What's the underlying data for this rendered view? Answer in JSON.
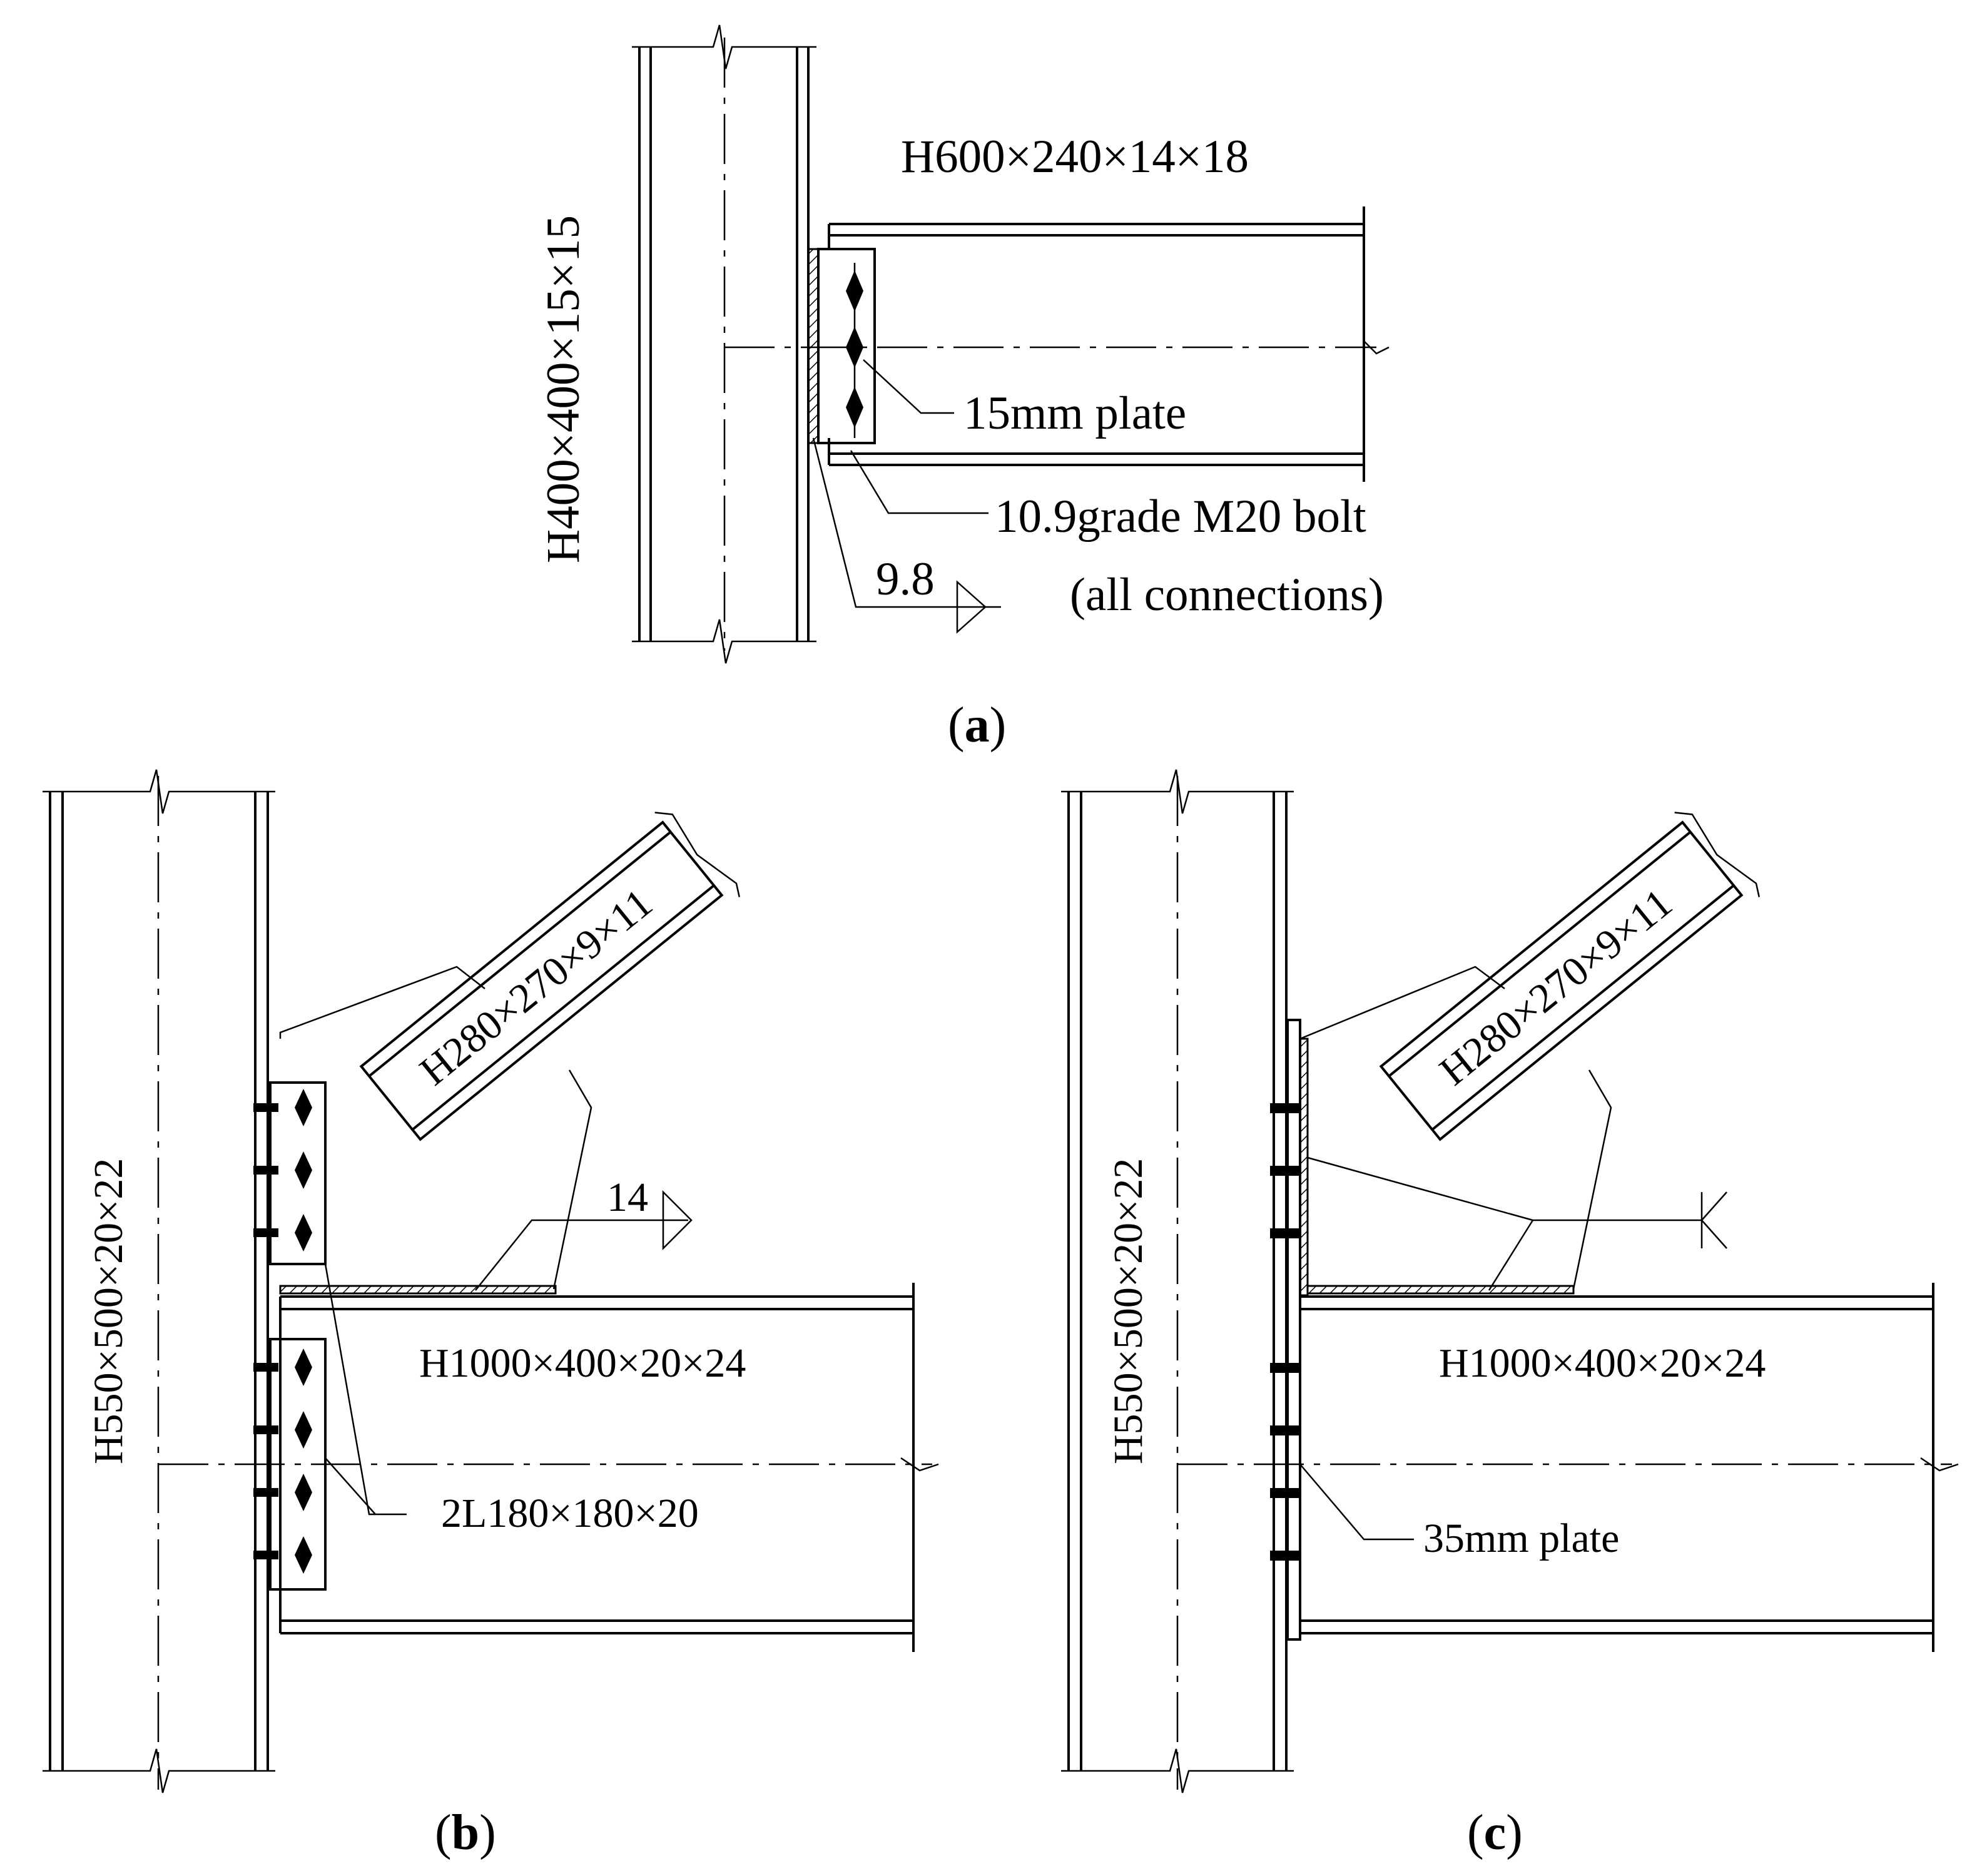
{
  "panel_a": {
    "column_label": "H400×400×15×15",
    "beam_label": "H600×240×14×18",
    "plate_label": "15mm plate",
    "bolt_label_line1": "10.9grade M20 bolt",
    "bolt_label_line2": "(all connections)",
    "weld_size": "9.8",
    "caption_open": "(",
    "caption_letter": "a",
    "caption_close": ")"
  },
  "panel_b": {
    "column_label": "H550×500×20×22",
    "beam_label": "H1000×400×20×24",
    "brace_label": "H280×270×9×11",
    "angle_label": "2L180×180×20",
    "weld_size": "14",
    "caption_open": "(",
    "caption_letter": "b",
    "caption_close": ")"
  },
  "panel_c": {
    "column_label": "H550×500×20×22",
    "beam_label": "H1000×400×20×24",
    "brace_label": "H280×270×9×11",
    "plate_label": "35mm plate",
    "caption_open": "(",
    "caption_letter": "c",
    "caption_close": ")"
  }
}
